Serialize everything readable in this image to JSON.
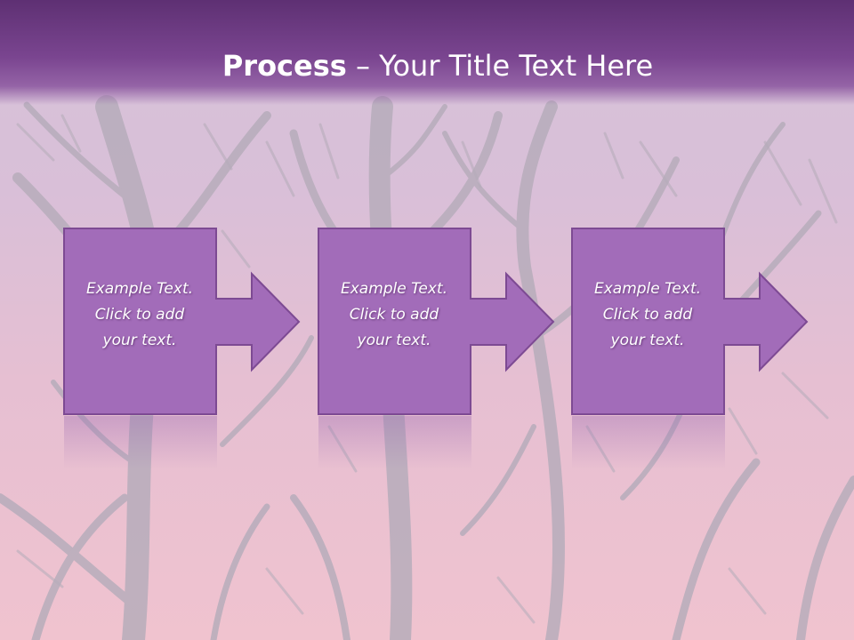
{
  "slide": {
    "title_bold": "Process",
    "title_rest": " – Your Title Text Here",
    "steps": [
      {
        "lines": [
          "Example Text.",
          "Click  to add",
          "your text."
        ]
      },
      {
        "lines": [
          "Example Text.",
          "Click  to add",
          "your text."
        ]
      },
      {
        "lines": [
          "Example Text.",
          "Click  to add",
          "your text."
        ]
      }
    ]
  },
  "colors": {
    "title_bar": "#6a3a80",
    "box_fill": "#a06ab8",
    "box_border": "#7e4a94",
    "background": "#dcc3d8",
    "branches": "#b4aab9"
  },
  "icons": {
    "arrow": "right-arrow-icon"
  }
}
